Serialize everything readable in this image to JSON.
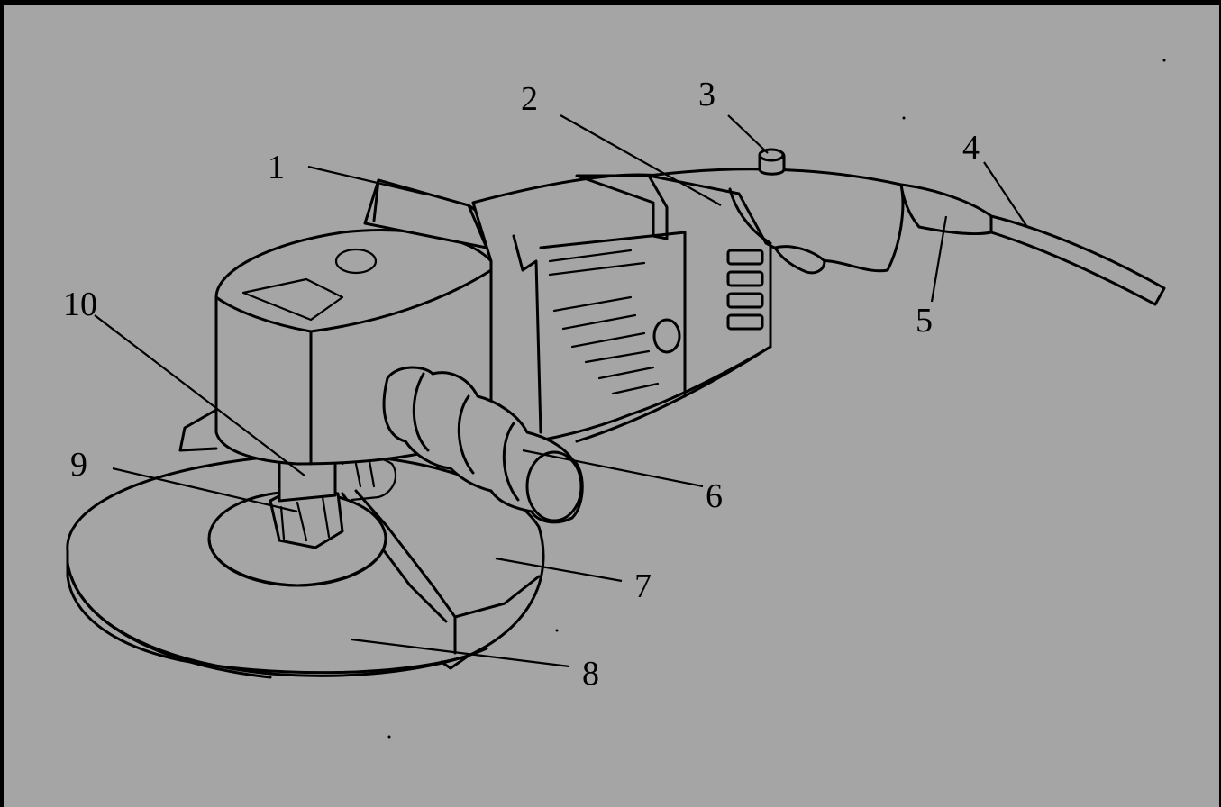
{
  "figure": {
    "labels": [
      "1",
      "2",
      "3",
      "4",
      "5",
      "6",
      "7",
      "8",
      "9",
      "10"
    ]
  }
}
